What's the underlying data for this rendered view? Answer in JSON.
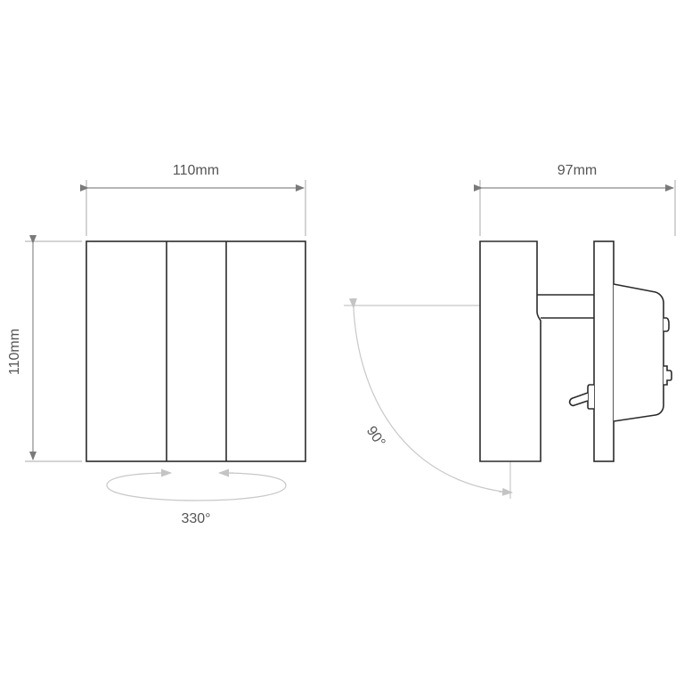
{
  "drawing": {
    "front_view": {
      "width_label": "110mm",
      "height_label": "110mm",
      "rotation_label": "330°"
    },
    "side_view": {
      "depth_label": "97mm",
      "tilt_label": "90°"
    }
  },
  "colors": {
    "outline": "#2b2b2b",
    "dimension": "#8a8a8a",
    "rotation_arrow": "#c8c8c8",
    "text": "#555555",
    "background": "#ffffff"
  }
}
